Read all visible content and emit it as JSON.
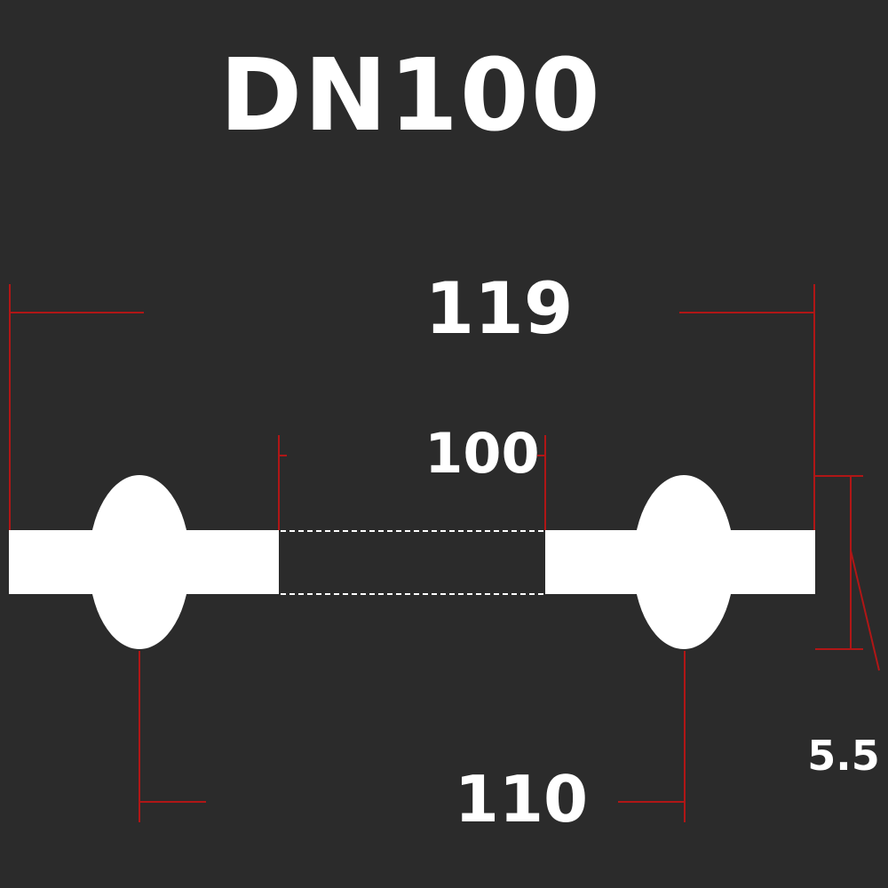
{
  "title": "DN100",
  "dimensions": {
    "outer": "119",
    "inner": "100",
    "center": "110",
    "thickness": "5.5"
  },
  "colors": {
    "background": "#2b2b2b",
    "part": "#ffffff",
    "dimension_line": "#b01616",
    "hidden_line": "#ffffff"
  }
}
